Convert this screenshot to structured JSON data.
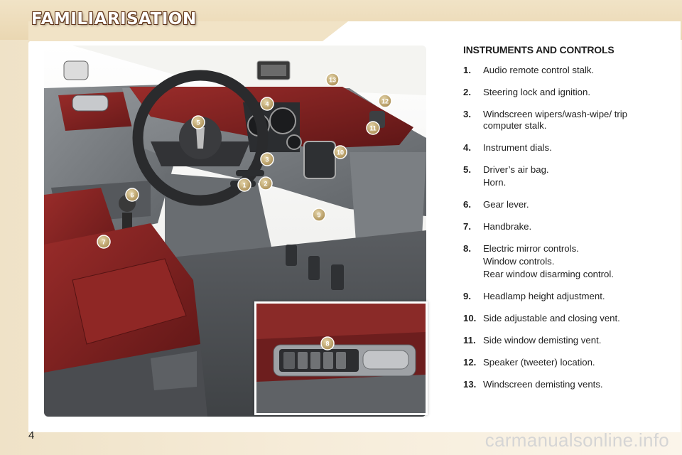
{
  "page": {
    "title": "FAMILIARISATION",
    "page_number": "4",
    "watermark": "carmanualsonline.info"
  },
  "legend": {
    "heading": "INSTRUMENTS AND CONTROLS",
    "items": [
      {
        "num": "1.",
        "lines": [
          "Audio remote control stalk."
        ]
      },
      {
        "num": "2.",
        "lines": [
          "Steering lock and ignition."
        ]
      },
      {
        "num": "3.",
        "lines": [
          "Windscreen wipers/wash-wipe/ trip computer stalk."
        ]
      },
      {
        "num": "4.",
        "lines": [
          "Instrument dials."
        ]
      },
      {
        "num": "5.",
        "lines": [
          "Driver’s air bag.",
          "Horn."
        ]
      },
      {
        "num": "6.",
        "lines": [
          "Gear lever."
        ]
      },
      {
        "num": "7.",
        "lines": [
          "Handbrake."
        ]
      },
      {
        "num": "8.",
        "lines": [
          "Electric mirror controls.",
          "Window controls.",
          "Rear window disarming control."
        ]
      },
      {
        "num": "9.",
        "lines": [
          "Headlamp height adjustment."
        ]
      },
      {
        "num": "10.",
        "lines": [
          "Side adjustable and closing vent."
        ]
      },
      {
        "num": "11.",
        "lines": [
          "Side window demisting vent."
        ]
      },
      {
        "num": "12.",
        "lines": [
          "Speaker (tweeter) location."
        ]
      },
      {
        "num": "13.",
        "lines": [
          "Windscreen demisting vents."
        ]
      }
    ]
  },
  "callouts": [
    "1",
    "2",
    "3",
    "4",
    "5",
    "6",
    "7",
    "8",
    "9",
    "10",
    "11",
    "12",
    "13"
  ],
  "colors": {
    "upholstery_red": "#7a1f1f",
    "dash_grey": "#6f7377",
    "badge_fill": "#c9b27e",
    "page_beige": "#efe2c7"
  }
}
